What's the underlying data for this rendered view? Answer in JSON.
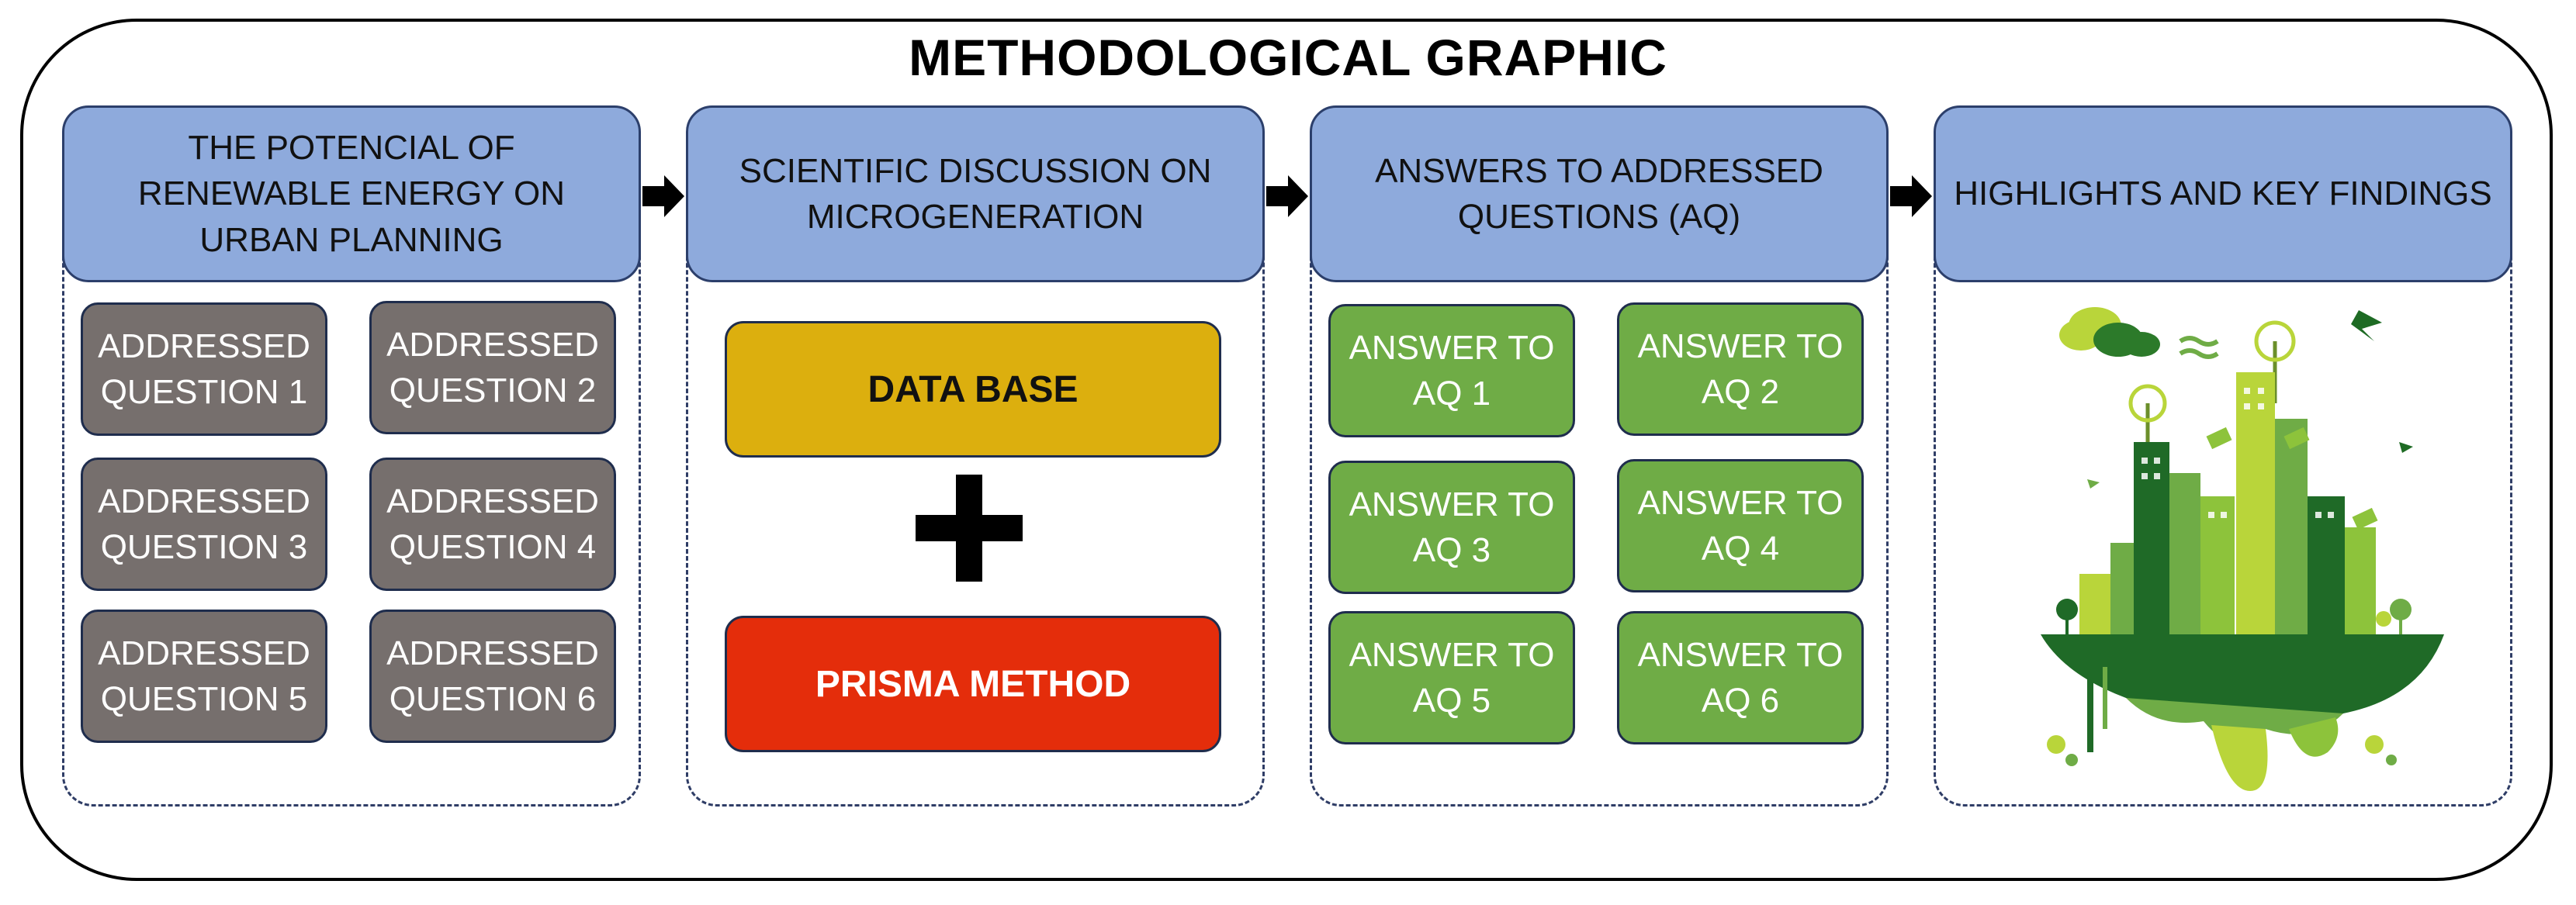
{
  "title": "METHODOLOGICAL GRAPHIC",
  "columns": [
    {
      "header": "THE POTENCIAL OF RENEWABLE ENERGY ON URBAN PLANNING",
      "items": [
        "ADDRESSED QUESTION 1",
        "ADDRESSED QUESTION 2",
        "ADDRESSED QUESTION 3",
        "ADDRESSED QUESTION 4",
        "ADDRESSED QUESTION 5",
        "ADDRESSED QUESTION 6"
      ]
    },
    {
      "header": "SCIENTIFIC DISCUSSION ON MICROGENERATION",
      "database": "DATA BASE",
      "method": "PRISMA METHOD"
    },
    {
      "header": "ANSWERS TO ADDRESSED QUESTIONS (AQ)",
      "items": [
        "ANSWER TO AQ 1",
        "ANSWER TO AQ 2",
        "ANSWER TO AQ 3",
        "ANSWER TO AQ 4",
        "ANSWER TO AQ 5",
        "ANSWER TO AQ 6"
      ]
    },
    {
      "header": "HIGHLIGHTS AND KEY FINDINGS",
      "illustration": "green-city-icon"
    }
  ],
  "colors": {
    "header_fill": "#8eaadc",
    "question_fill": "#766f6d",
    "answer_fill": "#6fac46",
    "database_fill": "#dcaf0e",
    "method_fill": "#e42d0b"
  }
}
